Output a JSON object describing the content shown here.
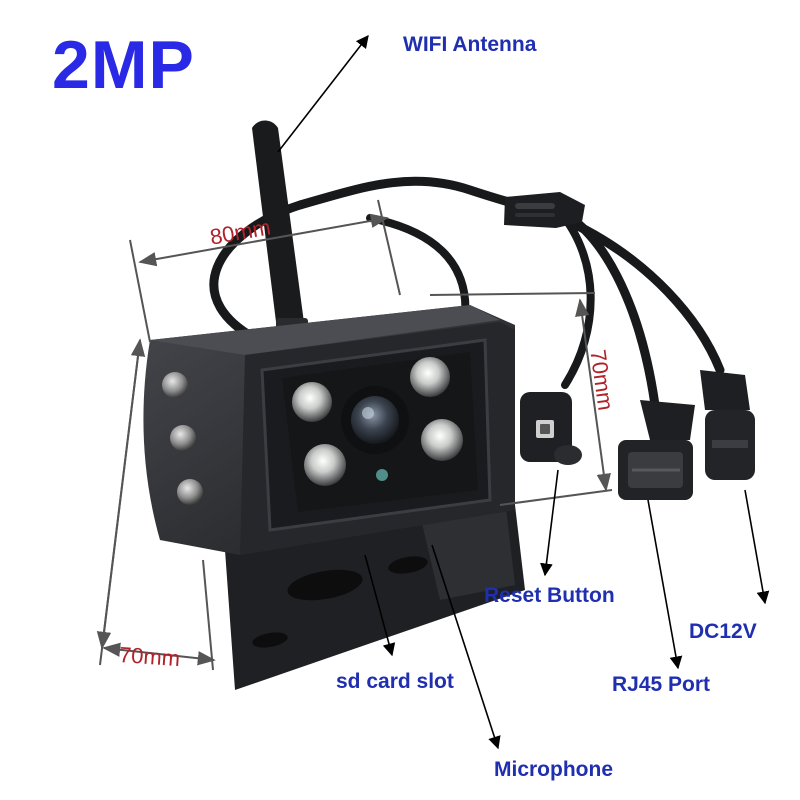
{
  "badge": {
    "text": "2MP",
    "color": "#2929e6"
  },
  "callouts": {
    "wifi_antenna": "WIFI Antenna",
    "reset_button": "Reset Button",
    "dc12v": "DC12V",
    "rj45_port": "RJ45 Port",
    "sd_card_slot": "sd card slot",
    "microphone": "Microphone"
  },
  "dimensions": {
    "width": "80mm",
    "height": "70mm",
    "depth": "70mm"
  },
  "colors": {
    "callout_text": "#1f2fb0",
    "dimension_text": "#b0222a",
    "camera_body": "#2a2c30"
  }
}
